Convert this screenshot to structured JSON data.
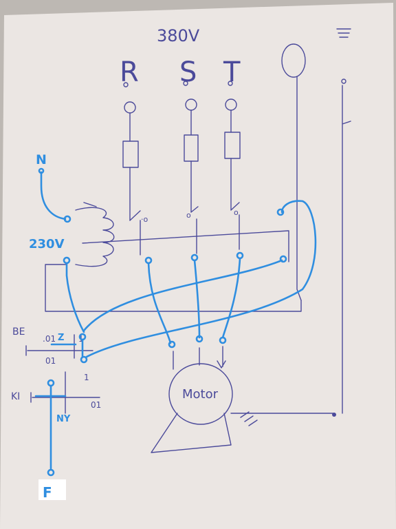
{
  "diagram": {
    "voltage_3phase": "380V",
    "phases": [
      "R",
      "S",
      "T"
    ],
    "neutral_symbol": "O",
    "neutral_input_label": "N",
    "coil_voltage_label": "230V",
    "motor_label": "Motor",
    "switch_off_label": "BE",
    "switch_on_label": "KI",
    "contact_label_z": "Z",
    "contact_label_ny": "NY",
    "phase_input_label": "F",
    "contact_number_01": ".01",
    "contact_number_0": "01",
    "contact_number_1": "1",
    "colors": {
      "pencil_ink": "#4b4a9a",
      "marker_blue": "#2f8ee0",
      "paper": "#ebe6e3"
    }
  }
}
